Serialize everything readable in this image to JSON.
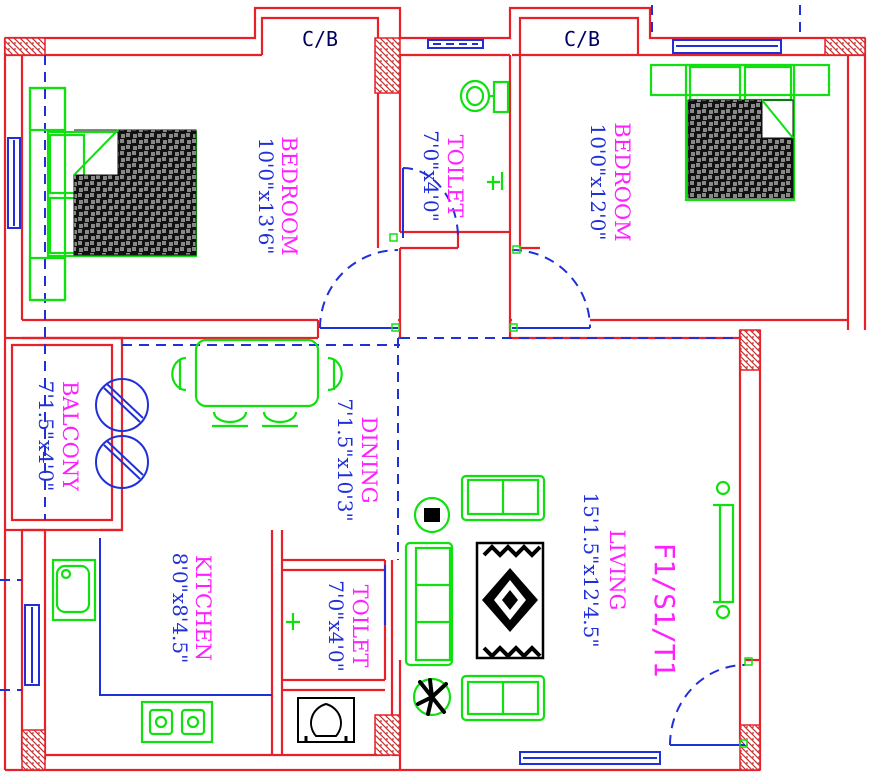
{
  "rooms": {
    "bedroom_left": {
      "name": "BEDROOM",
      "dims": "10'0\"x13'6\""
    },
    "toilet_top": {
      "name": "TOILET",
      "dims": "7'0\"x4'0\""
    },
    "bedroom_right": {
      "name": "BEDROOM",
      "dims": "10'0\"x12'0\""
    },
    "balcony": {
      "name": "BALCONY",
      "dims": "7'1.5\"x4'0\""
    },
    "dining": {
      "name": "DINING",
      "dims": "7'1.5\"x10'3\""
    },
    "kitchen": {
      "name": "KITCHEN",
      "dims": "8'0\"x8'4.5\""
    },
    "toilet_bottom": {
      "name": "TOILET",
      "dims": "7'0\"x4'0\""
    },
    "living": {
      "name": "LIVING",
      "dims": "15'1.5\"x12'4.5\""
    }
  },
  "cupboards": {
    "left": "C/B",
    "right": "C/B"
  },
  "unit_label": "F1/S1/T1",
  "colors": {
    "wall": "#e8202a",
    "room_name": "#ff20ff",
    "dimension": "#2030d8",
    "furniture": "#10e010",
    "door_window": "#2030d8"
  }
}
